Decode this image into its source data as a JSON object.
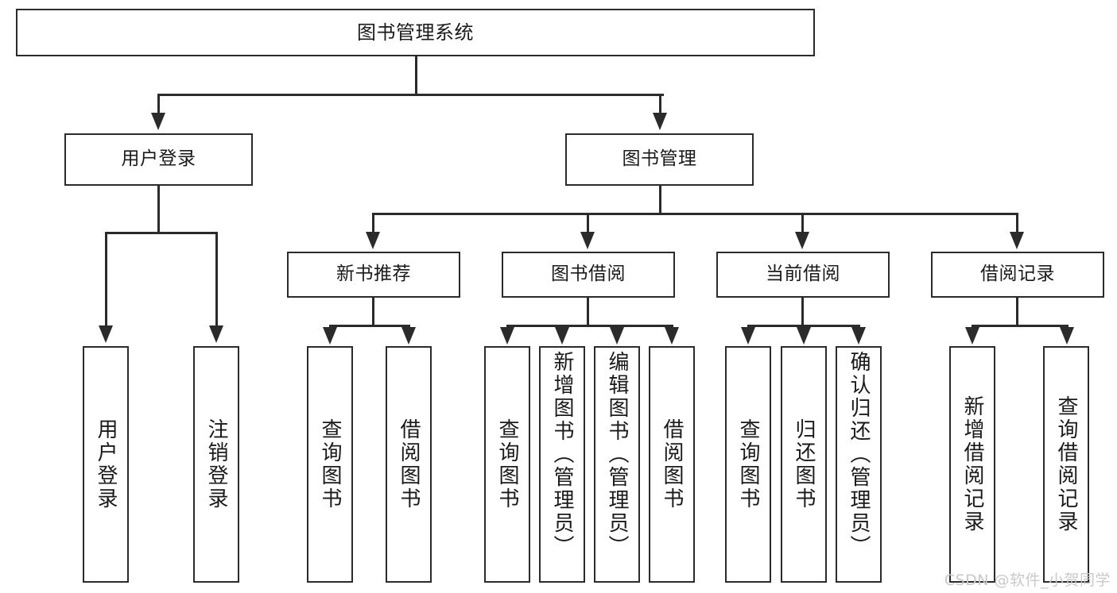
{
  "diagram": {
    "title": "图书管理系统",
    "type": "hierarchy-tree",
    "colors": {
      "box_border": "#2b2b2b",
      "box_fill": "#ffffff",
      "connector": "#2b2b2b",
      "text": "#1a1a1a",
      "watermark": "#c9c9c9",
      "background": "#ffffff"
    },
    "root": {
      "label": "图书管理系统"
    },
    "level1": [
      {
        "label": "用户登录"
      },
      {
        "label": "图书管理"
      }
    ],
    "level2": [
      {
        "label": "新书推荐"
      },
      {
        "label": "图书借阅"
      },
      {
        "label": "当前借阅"
      },
      {
        "label": "借阅记录"
      }
    ],
    "leaves": [
      {
        "label": "用户登录",
        "parent": "用户登录"
      },
      {
        "label": "注销登录",
        "parent": "用户登录"
      },
      {
        "label": "查询图书",
        "parent": "新书推荐"
      },
      {
        "label": "借阅图书",
        "parent": "新书推荐"
      },
      {
        "label": "查询图书",
        "parent": "图书借阅"
      },
      {
        "label": "新增图书（管理员）",
        "parent": "图书借阅"
      },
      {
        "label": "编辑图书（管理员）",
        "parent": "图书借阅"
      },
      {
        "label": "借阅图书",
        "parent": "图书借阅"
      },
      {
        "label": "查询图书",
        "parent": "当前借阅"
      },
      {
        "label": "归还图书",
        "parent": "当前借阅"
      },
      {
        "label": "确认归还（管理员）",
        "parent": "当前借阅"
      },
      {
        "label": "新增借阅记录",
        "parent": "借阅记录"
      },
      {
        "label": "查询借阅记录",
        "parent": "借阅记录"
      }
    ]
  },
  "watermark": {
    "text": "CSDN @软件_小贺同学"
  }
}
